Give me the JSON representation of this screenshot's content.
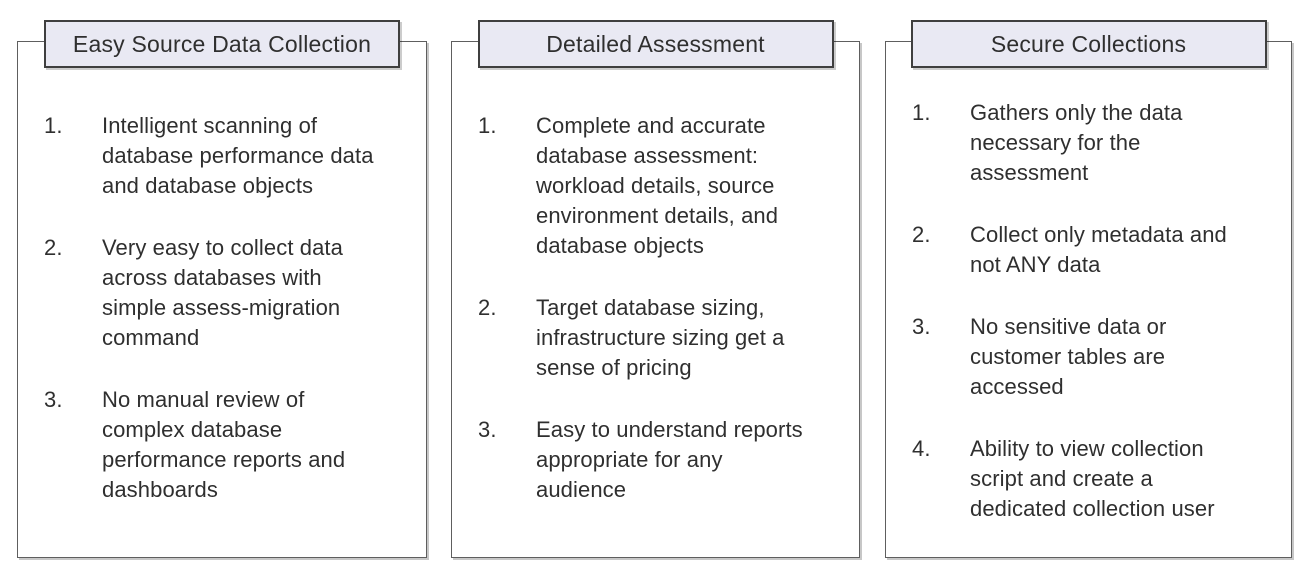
{
  "colors": {
    "background": "#FFFFFF",
    "header_fill": "#E9E9F3",
    "header_border": "#3F3F3F",
    "body_border": "#5E5E5E",
    "text": "#2F2F2F"
  },
  "panels": [
    {
      "title": "Easy Source Data Collection",
      "items": [
        {
          "num": "1.",
          "text": "Intelligent scanning of\ndatabase performance data\nand database objects"
        },
        {
          "num": "2.",
          "text": "Very easy to collect data\nacross databases with\nsimple assess-migration\ncommand"
        },
        {
          "num": "3.",
          "text": "No manual review of\ncomplex database\nperformance reports and\ndashboards"
        }
      ]
    },
    {
      "title": "Detailed Assessment",
      "items": [
        {
          "num": "1.",
          "text": "Complete and accurate\ndatabase assessment:\nworkload details, source\nenvironment details, and\ndatabase objects"
        },
        {
          "num": "2.",
          "text": "Target database sizing,\ninfrastructure sizing get a\nsense of pricing"
        },
        {
          "num": "3.",
          "text": "Easy to understand reports\nappropriate for any\naudience"
        }
      ]
    },
    {
      "title": "Secure Collections",
      "items": [
        {
          "num": "1.",
          "text": "Gathers only the data\nnecessary for the\nassessment"
        },
        {
          "num": "2.",
          "text": "Collect only metadata and\nnot ANY data"
        },
        {
          "num": "3.",
          "text": "No sensitive data or\ncustomer tables are\naccessed"
        },
        {
          "num": "4.",
          "text": "Ability to view collection\nscript and create a\ndedicated collection user"
        }
      ]
    }
  ]
}
